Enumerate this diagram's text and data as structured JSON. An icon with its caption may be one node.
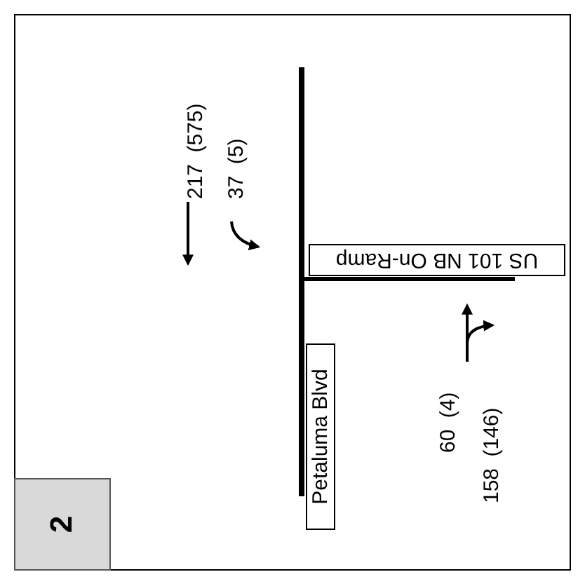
{
  "diagram": {
    "nodes": [
      {
        "text": [
          "2"
        ]
      },
      {
        "text": [
          "Petaluma Blvd"
        ]
      },
      {
        "text": [
          "US 101 NB On-Ramp"
        ]
      }
    ],
    "edges": [],
    "labels": [
      "217 (575)",
      "37 (5)",
      "60 (4)",
      "158 (146)"
    ]
  }
}
